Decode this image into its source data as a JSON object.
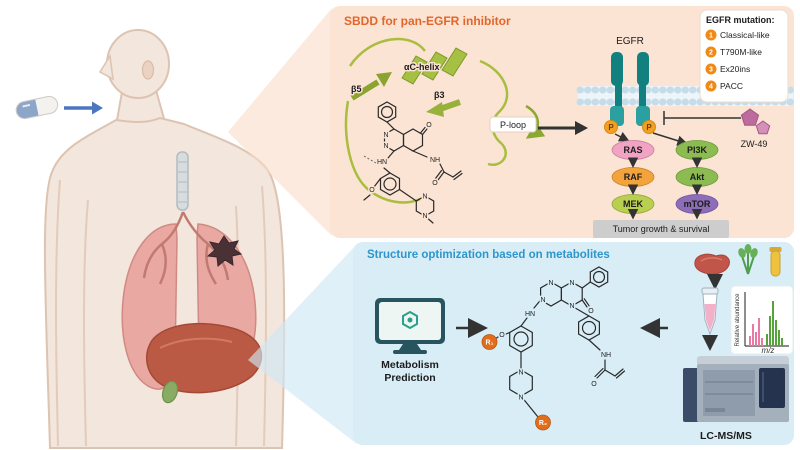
{
  "colors": {
    "top_panel_bg": "#fbe4d4",
    "bottom_panel_bg": "#d8edf6",
    "top_title": "#e2662b",
    "bottom_title": "#2d96cc",
    "receptor_teal": "#12807f",
    "phospho_orange": "#f2a024",
    "zw49_pink": "#bd6b9d",
    "ribbon_green": "#9cb53b",
    "legend_badge_orange": "#ef8a17",
    "r_badge_orange": "#e06e1c",
    "outcome_gray": "#cdcdcd"
  },
  "icons": {
    "pill": "pill-capsule-icon",
    "monitor": "metabolism-monitor-icon",
    "liver_sample": "liver-icon",
    "plant_sample": "plant-icon",
    "vial_sample": "vial-icon",
    "centrifuge_tube": "centrifuge-tube-icon",
    "instrument": "lcms-instrument-icon",
    "receptor": "egfr-receptor-icon",
    "inhibitor": "zw49-inhibitor-icon"
  },
  "top_panel": {
    "title": "SBDD for pan-EGFR inhibitor",
    "protein_labels": {
      "helix": "αC-helix",
      "b5": "β5",
      "b3": "β3",
      "ploop": "P-loop"
    },
    "molecule_atoms": [
      "N",
      "N",
      "O",
      "HN",
      "O",
      "N",
      "N",
      "NH",
      "O"
    ],
    "receptor": {
      "name": "EGFR",
      "phospho": "P",
      "inhibitor": "ZW-49"
    },
    "mutation_legend": {
      "title": "EGFR mutation:",
      "items": [
        {
          "num": "1",
          "label": "Classical-like"
        },
        {
          "num": "2",
          "label": "T790M-like"
        },
        {
          "num": "3",
          "label": "Ex20ins"
        },
        {
          "num": "4",
          "label": "PACC"
        }
      ]
    },
    "pathway": {
      "nodes": [
        {
          "label": "RAS",
          "color": "#f0a3c2"
        },
        {
          "label": "PI3K",
          "color": "#8bbb51"
        },
        {
          "label": "RAF",
          "color": "#f3a33c"
        },
        {
          "label": "Akt",
          "color": "#8bbb51"
        },
        {
          "label": "MEK",
          "color": "#b9cf4f"
        },
        {
          "label": "mTOR",
          "color": "#8d6cb8"
        }
      ],
      "outcome": "Tumor growth & survival"
    }
  },
  "bottom_panel": {
    "title": "Structure optimization based on metabolites",
    "monitor": {
      "line1": "Metabolism",
      "line2": "Prediction"
    },
    "molecule_atoms": [
      "N",
      "N",
      "N",
      "N",
      "O",
      "HN",
      "O",
      "N",
      "N",
      "NH",
      "O"
    ],
    "r_groups": {
      "r1": "R₁",
      "r2": "R₂"
    },
    "ms_chart": {
      "ylabel": "Relative abundance",
      "xlabel": "m/z",
      "series": [
        {
          "color": "#e87aa4",
          "peaks": [
            [
              397,
              10
            ],
            [
              400,
              22
            ],
            [
              403,
              14
            ],
            [
              406,
              28
            ],
            [
              409,
              8
            ]
          ]
        },
        {
          "color": "#55a33a",
          "peaks": [
            [
              414,
              12
            ],
            [
              417,
              30
            ],
            [
              420,
              45
            ],
            [
              423,
              26
            ],
            [
              426,
              16
            ],
            [
              429,
              8
            ]
          ]
        }
      ]
    },
    "instrument_label": "LC-MS/MS"
  }
}
